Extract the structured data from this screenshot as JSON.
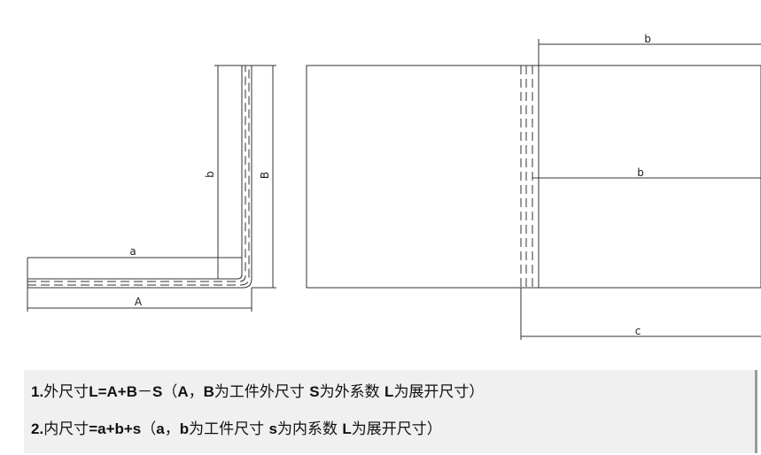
{
  "diagram": {
    "labels": {
      "left_inner_horizontal": "a",
      "left_outer_horizontal": "A",
      "left_inner_vertical": "b",
      "left_outer_vertical": "B",
      "right_top": "b",
      "right_middle": "b",
      "right_bottom": "c"
    }
  },
  "notes": {
    "line1": {
      "num": "1.",
      "text_a": "外尺寸",
      "formula": "L=A+B",
      "minus": "－",
      "s": "S",
      "text_b": "（",
      "args": "A",
      "comma": "，",
      "b": "B",
      "text_c": "为工件外尺寸  ",
      "s2": "S",
      "text_d": "为外系数 ",
      "l": "L",
      "text_e": "为展开尺寸）"
    },
    "line2": {
      "num": "2.",
      "text_a": "内尺寸",
      "formula": "=a+b+s",
      "text_b": "（",
      "a": "a",
      "comma": "，",
      "b": "b",
      "text_c": "为工件尺寸  ",
      "s": "s",
      "text_d": "为内系数  ",
      "l": "L",
      "text_e": "为展开尺寸）"
    }
  }
}
